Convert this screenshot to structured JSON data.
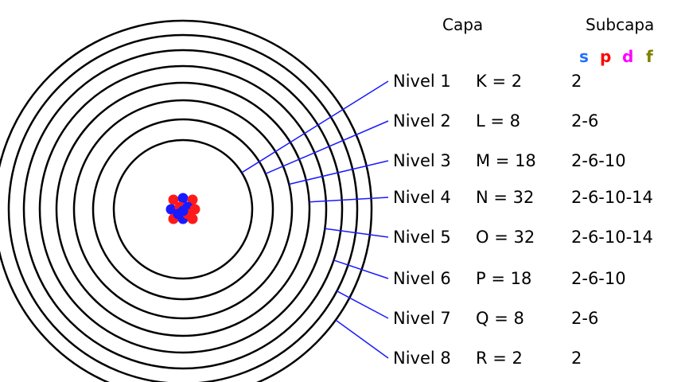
{
  "headers": {
    "shell": "Capa",
    "subshell": "Subcapa"
  },
  "subshell_letters": [
    {
      "letter": "s",
      "color": "#1f6fff"
    },
    {
      "letter": "p",
      "color": "#ff0000"
    },
    {
      "letter": "d",
      "color": "#ff00ff"
    },
    {
      "letter": "f",
      "color": "#808000"
    }
  ],
  "levels": [
    {
      "level": "Nivel 1",
      "shell": "K = 2",
      "subshells": "2"
    },
    {
      "level": "Nivel 2",
      "shell": "L = 8",
      "subshells": "2-6"
    },
    {
      "level": "Nivel 3",
      "shell": "M = 18",
      "subshells": "2-6-10"
    },
    {
      "level": "Nivel 4",
      "shell": "N = 32",
      "subshells": "2-6-10-14"
    },
    {
      "level": "Nivel 5",
      "shell": "O = 32",
      "subshells": "2-6-10-14"
    },
    {
      "level": "Nivel 6",
      "shell": "P = 18",
      "subshells": "2-6-10"
    },
    {
      "level": "Nivel 7",
      "shell": "Q = 8",
      "subshells": "2-6"
    },
    {
      "level": "Nivel 8",
      "shell": "R = 2",
      "subshells": "2"
    }
  ],
  "colors": {
    "ring": "#000000",
    "leader": "#1a1aff",
    "proton": "#ff1a1a",
    "neutron": "#1a1aff"
  }
}
